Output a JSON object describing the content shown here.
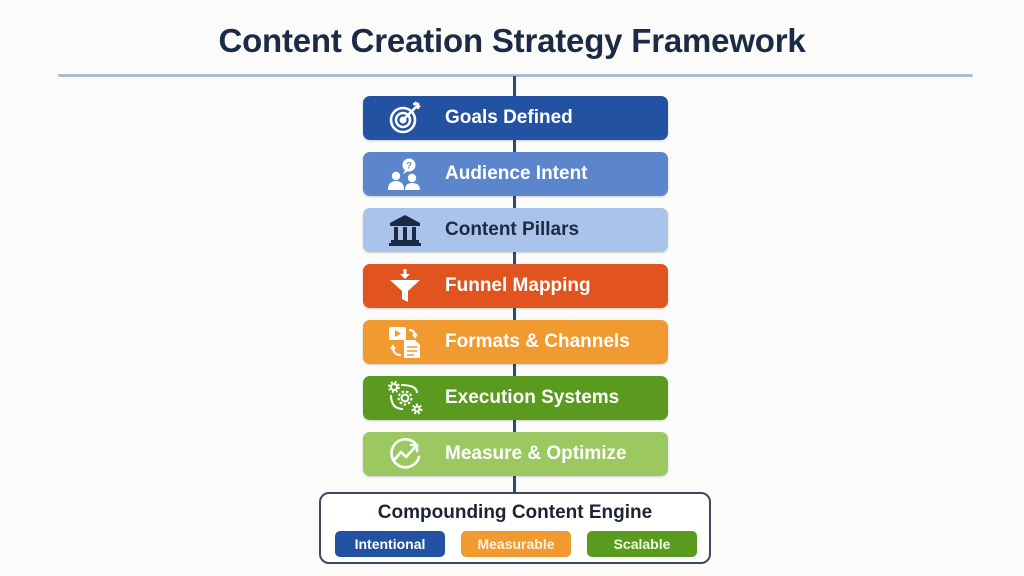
{
  "title": "Content Creation Strategy Framework",
  "colors": {
    "title": "#1c2b45",
    "rule": "#aabbd2",
    "spine": "#2b4a7a"
  },
  "steps": [
    {
      "label": "Goals Defined",
      "icon": "target-icon",
      "bg": "#2352a3",
      "fg": "#ffffff"
    },
    {
      "label": "Audience Intent",
      "icon": "audience-question-icon",
      "bg": "#5b86cc",
      "fg": "#ffffff"
    },
    {
      "label": "Content Pillars",
      "icon": "pillars-icon",
      "bg": "#a9c3ea",
      "fg": "#1c2b45"
    },
    {
      "label": "Funnel Mapping",
      "icon": "funnel-icon",
      "bg": "#e1531f",
      "fg": "#ffffff"
    },
    {
      "label": "Formats & Channels",
      "icon": "formats-icon",
      "bg": "#f09a30",
      "fg": "#ffffff"
    },
    {
      "label": "Execution Systems",
      "icon": "gears-icon",
      "bg": "#5a9a1e",
      "fg": "#ffffff"
    },
    {
      "label": "Measure & Optimize",
      "icon": "growth-chart-icon",
      "bg": "#9cc862",
      "fg": "#ffffff"
    }
  ],
  "engine": {
    "title": "Compounding Content Engine",
    "chips": [
      {
        "label": "Intentional",
        "bg": "#2352a3",
        "fg": "#ffffff"
      },
      {
        "label": "Measurable",
        "bg": "#f09a30",
        "fg": "#fff3e0"
      },
      {
        "label": "Scalable",
        "bg": "#5a9a1e",
        "fg": "#f0ffe0"
      }
    ]
  }
}
